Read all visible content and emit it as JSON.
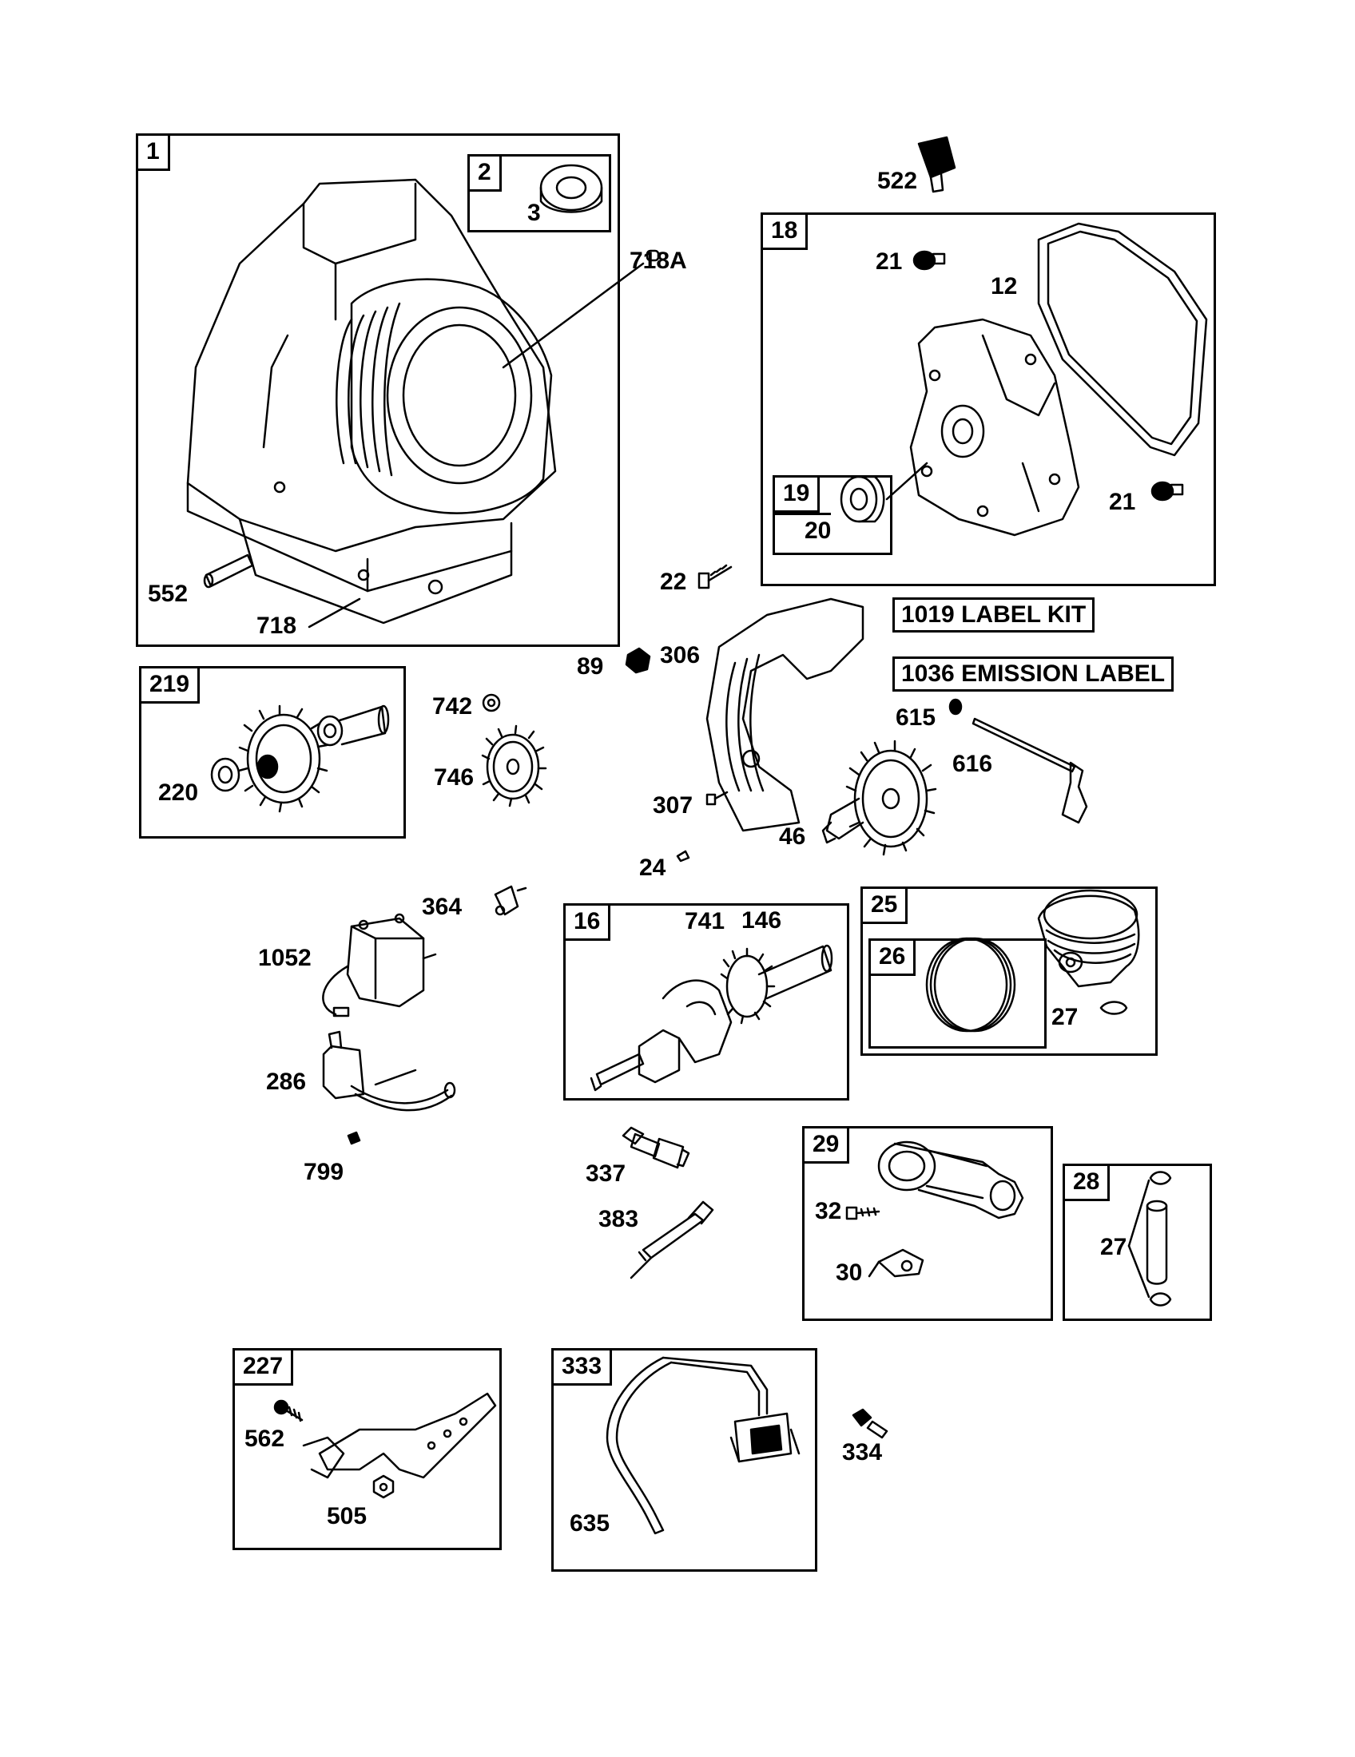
{
  "diagram": {
    "boxes": {
      "b1": "1",
      "b2": "2",
      "b18": "18",
      "b19": "19",
      "b219": "219",
      "b16": "16",
      "b25": "25",
      "b26": "26",
      "b29": "29",
      "b28": "28",
      "b227": "227",
      "b333": "333"
    },
    "kits": {
      "label_kit": "1019 LABEL KIT",
      "emission_label": "1036 EMISSION LABEL"
    },
    "labels": {
      "l3": "3",
      "l718A": "718A",
      "l552": "552",
      "l718": "718",
      "l522": "522",
      "l21a": "21",
      "l12": "12",
      "l20": "20",
      "l21b": "21",
      "l22": "22",
      "l89": "89",
      "l306": "306",
      "l615": "615",
      "l616": "616",
      "l220": "220",
      "l742": "742",
      "l746": "746",
      "l307": "307",
      "l46": "46",
      "l24": "24",
      "l364": "364",
      "l1052": "1052",
      "l741": "741",
      "l146": "146",
      "l27a": "27",
      "l286": "286",
      "l799": "799",
      "l337": "337",
      "l383": "383",
      "l32": "32",
      "l30": "30",
      "l27b": "27",
      "l562": "562",
      "l505": "505",
      "l635": "635",
      "l334": "334"
    }
  }
}
